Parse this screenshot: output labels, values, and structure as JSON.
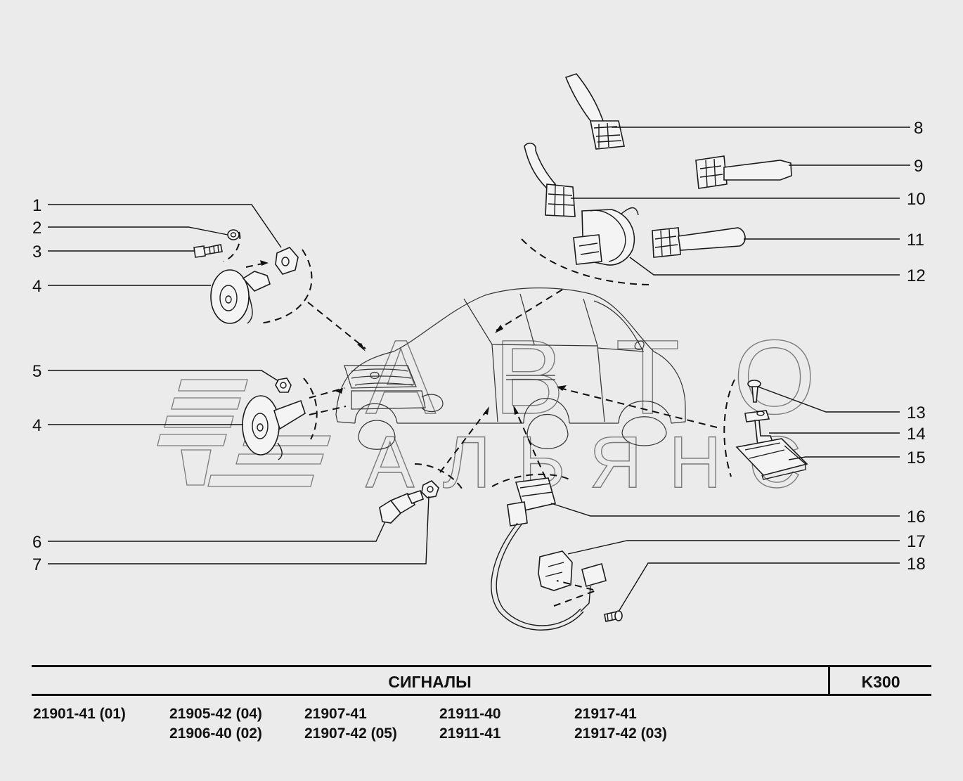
{
  "callouts": {
    "c1": "1",
    "c2": "2",
    "c3": "3",
    "c4a": "4",
    "c5": "5",
    "c4b": "4",
    "c6": "6",
    "c7": "7",
    "c8": "8",
    "c9": "9",
    "c10": "10",
    "c11": "11",
    "c12": "12",
    "c13": "13",
    "c14": "14",
    "c15": "15",
    "c16": "16",
    "c17": "17",
    "c18": "18"
  },
  "watermark": {
    "line1": "АВТО",
    "line2": "АЛЬЯНС"
  },
  "title": {
    "name": "СИГНАЛЫ",
    "code": "K300"
  },
  "models": {
    "col1": [
      "21901-41 (01)"
    ],
    "col2": [
      "21905-42 (04)",
      "21906-40 (02)"
    ],
    "col3": [
      "21907-41",
      "21907-42 (05)"
    ],
    "col4": [
      "21911-40",
      "21911-41"
    ],
    "col5": [
      "21917-41",
      "21917-42 (03)"
    ]
  },
  "colors": {
    "background": "#ebebeb",
    "ink": "#111111",
    "watermark": "#7a7a7a"
  }
}
